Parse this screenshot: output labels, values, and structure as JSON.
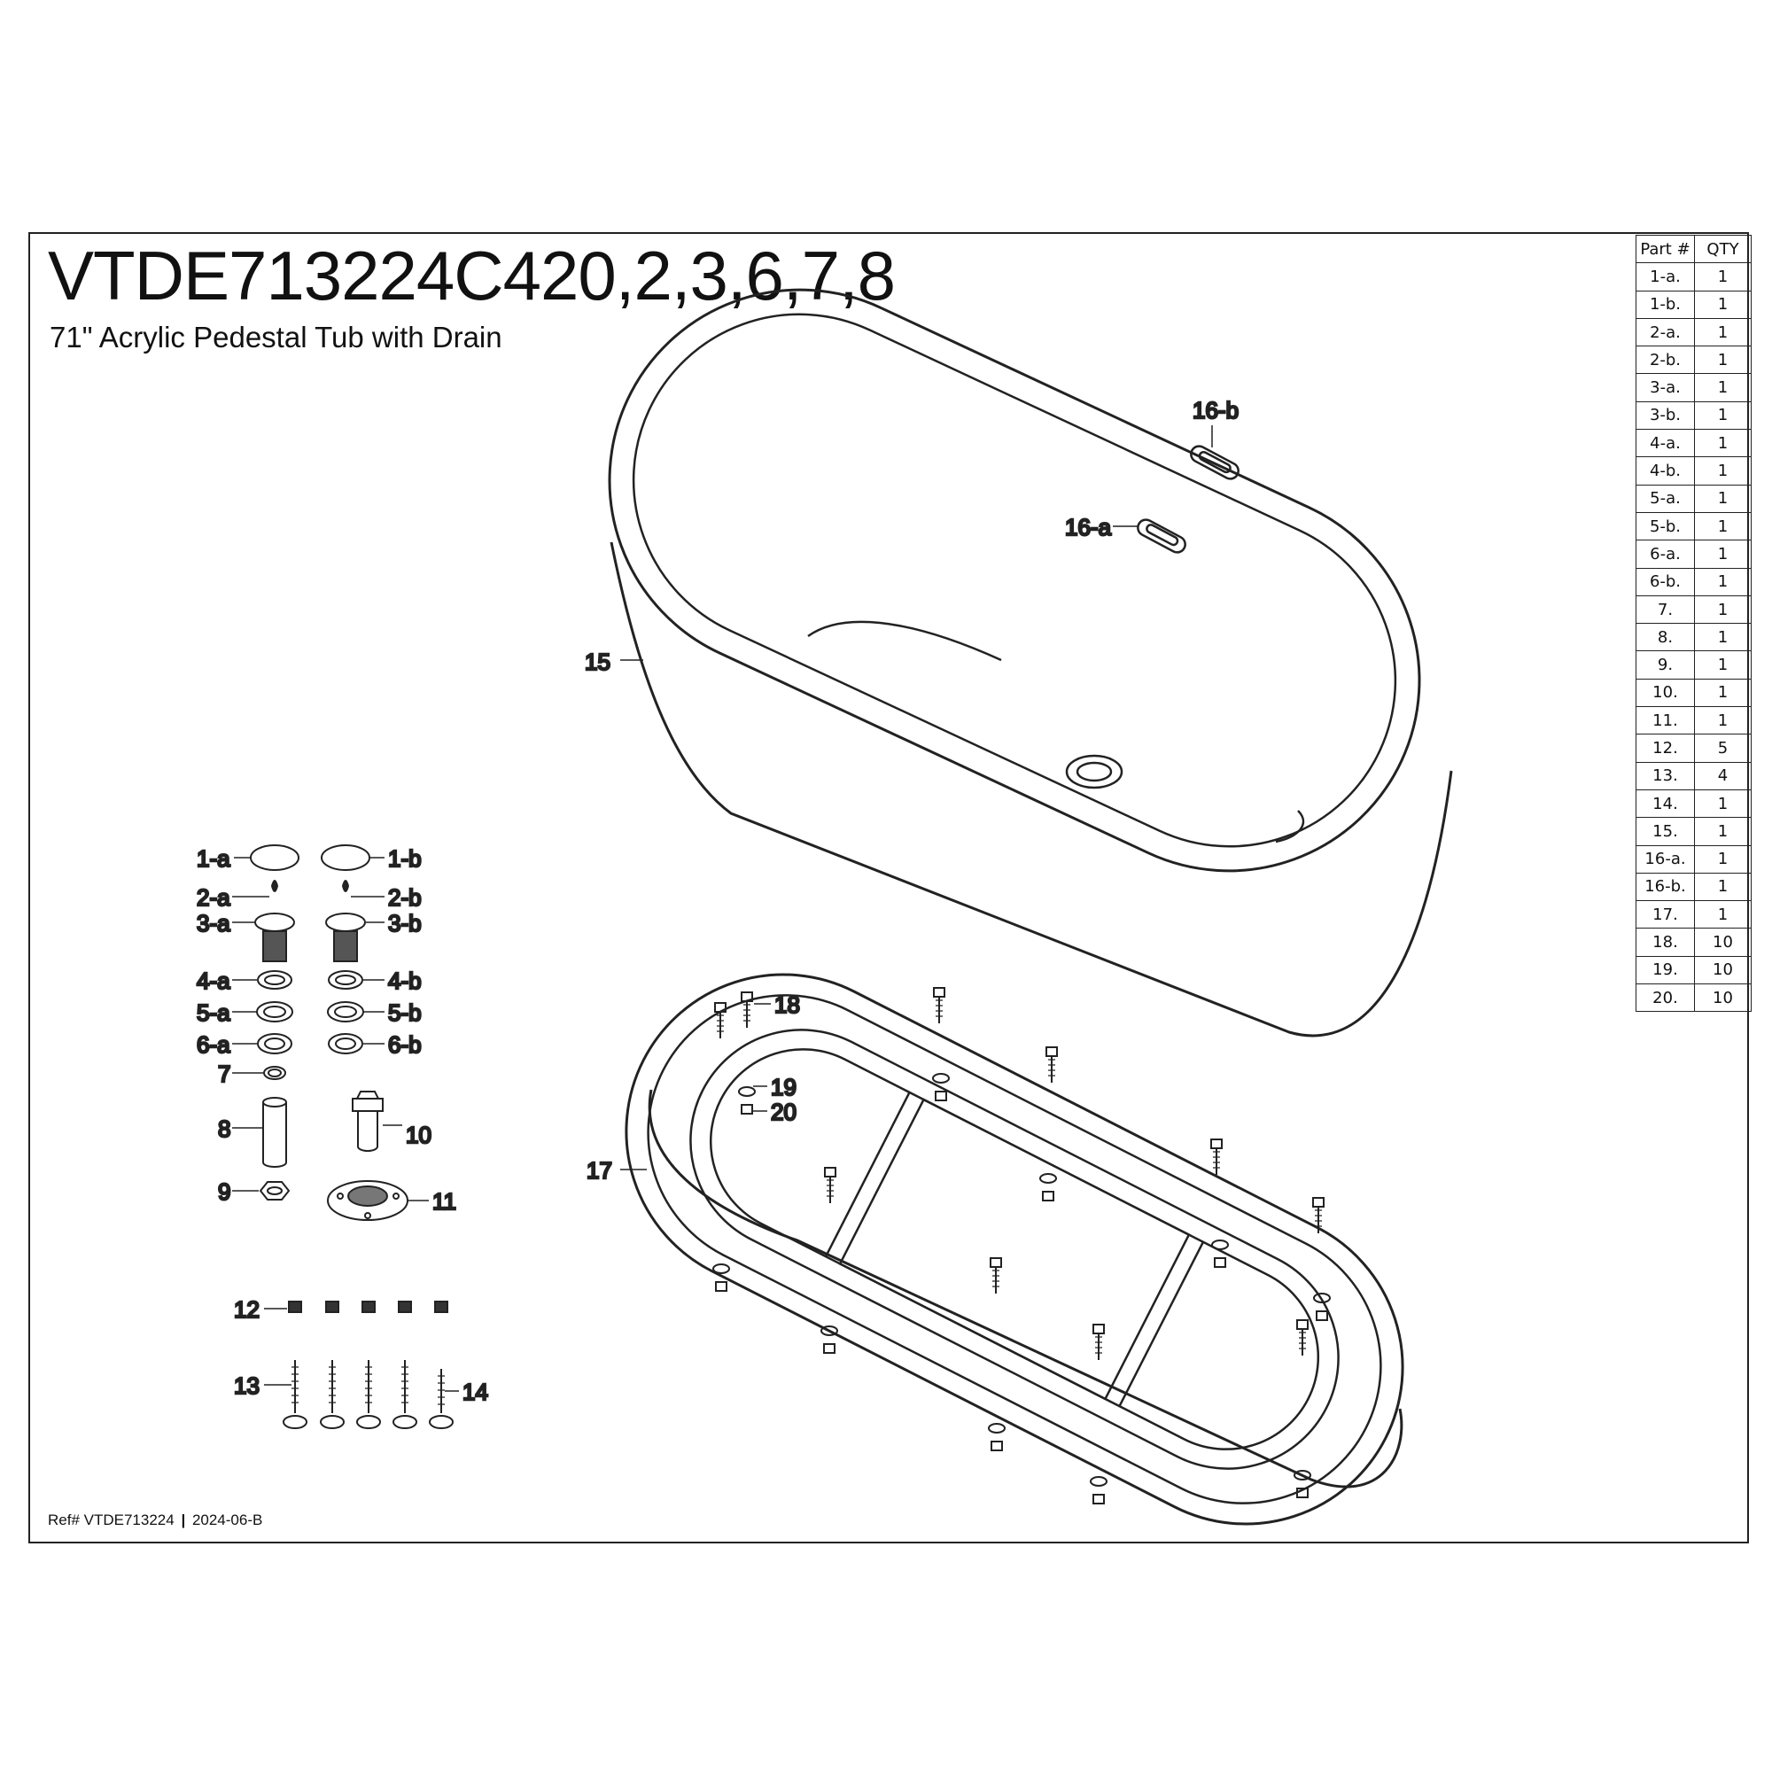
{
  "header": {
    "model": "VTDE713224C420,2,3,6,7,8",
    "description": "71\" Acrylic Pedestal Tub with Drain"
  },
  "footer": {
    "ref": "Ref# VTDE713224",
    "separator": "|",
    "revision": "2024-06-B"
  },
  "parts_table": {
    "headers": [
      "Part #",
      "QTY"
    ],
    "rows": [
      [
        "1-a.",
        "1"
      ],
      [
        "1-b.",
        "1"
      ],
      [
        "2-a.",
        "1"
      ],
      [
        "2-b.",
        "1"
      ],
      [
        "3-a.",
        "1"
      ],
      [
        "3-b.",
        "1"
      ],
      [
        "4-a.",
        "1"
      ],
      [
        "4-b.",
        "1"
      ],
      [
        "5-a.",
        "1"
      ],
      [
        "5-b.",
        "1"
      ],
      [
        "6-a.",
        "1"
      ],
      [
        "6-b.",
        "1"
      ],
      [
        "7.",
        "1"
      ],
      [
        "8.",
        "1"
      ],
      [
        "9.",
        "1"
      ],
      [
        "10.",
        "1"
      ],
      [
        "11.",
        "1"
      ],
      [
        "12.",
        "5"
      ],
      [
        "13.",
        "4"
      ],
      [
        "14.",
        "1"
      ],
      [
        "15.",
        "1"
      ],
      [
        "16-a.",
        "1"
      ],
      [
        "16-b.",
        "1"
      ],
      [
        "17.",
        "1"
      ],
      [
        "18.",
        "10"
      ],
      [
        "19.",
        "10"
      ],
      [
        "20.",
        "10"
      ]
    ]
  },
  "callouts": {
    "p1a": "1-a",
    "p1b": "1-b",
    "p2a": "2-a",
    "p2b": "2-b",
    "p3a": "3-a",
    "p3b": "3-b",
    "p4a": "4-a",
    "p4b": "4-b",
    "p5a": "5-a",
    "p5b": "5-b",
    "p6a": "6-a",
    "p6b": "6-b",
    "p7": "7",
    "p8": "8",
    "p9": "9",
    "p10": "10",
    "p11": "11",
    "p12": "12",
    "p13": "13",
    "p14": "14",
    "p15": "15",
    "p16a": "16-a",
    "p16b": "16-b",
    "p17": "17",
    "p18": "18",
    "p19": "19",
    "p20": "20"
  }
}
